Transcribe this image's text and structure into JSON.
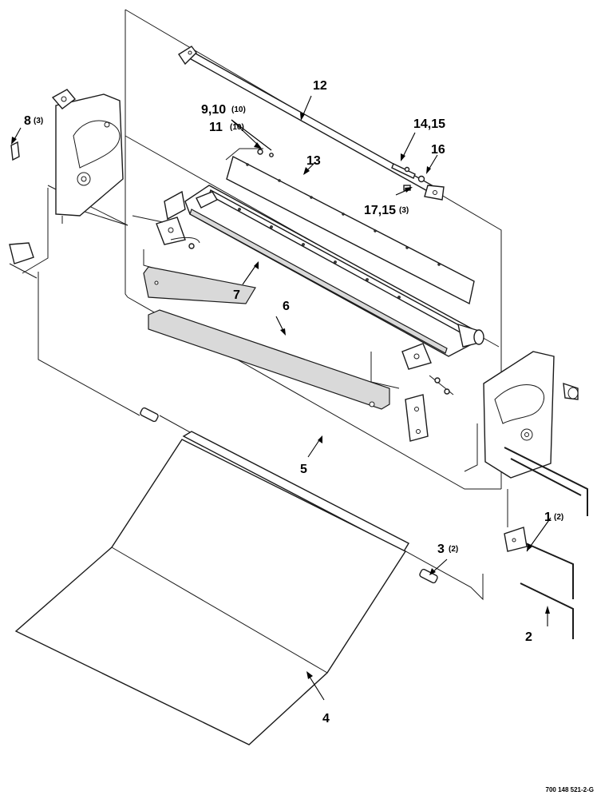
{
  "callouts": {
    "c1": "1",
    "c1_qty": "(2)",
    "c2": "2",
    "c3": "3",
    "c3_qty": "(2)",
    "c4": "4",
    "c5": "5",
    "c6": "6",
    "c7": "7",
    "c8": "8",
    "c8_qty": "(3)",
    "c9_10": "9,10",
    "c9_10_qty": "(10)",
    "c11": "11",
    "c11_qty": "(10)",
    "c12": "12",
    "c13": "13",
    "c14_15": "14,15",
    "c16": "16",
    "c17_15": "17,15",
    "c17_15_qty": "(3)"
  },
  "drawing_number": "700 148 521-2-G"
}
